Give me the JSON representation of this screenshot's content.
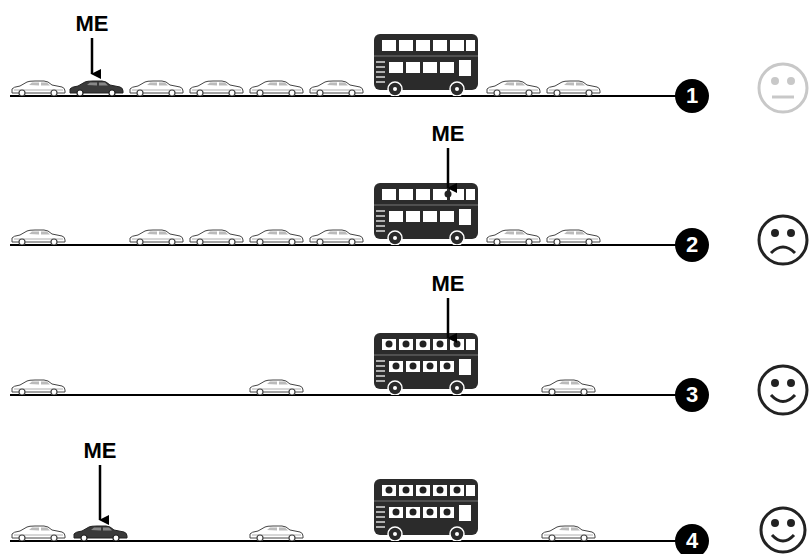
{
  "diagram": {
    "nodes": [
      {
        "text": [
          "1"
        ]
      },
      {
        "text": [
          "2"
        ]
      },
      {
        "text": [
          "3"
        ]
      },
      {
        "text": [
          "4"
        ]
      }
    ],
    "labels": [
      "ME",
      "ME",
      "ME",
      "ME"
    ]
  }
}
